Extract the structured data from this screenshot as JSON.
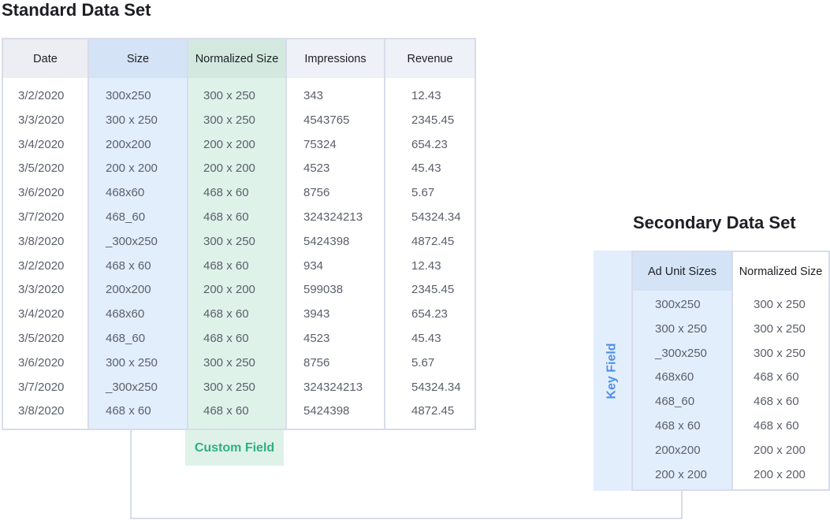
{
  "standard": {
    "title": "Standard Data Set",
    "columns": [
      {
        "header": "Date",
        "cells": [
          "3/2/2020",
          "3/3/2020",
          "3/4/2020",
          "3/5/2020",
          "3/6/2020",
          "3/7/2020",
          "3/8/2020",
          "3/2/2020",
          "3/3/2020",
          "3/4/2020",
          "3/5/2020",
          "3/6/2020",
          "3/7/2020",
          "3/8/2020"
        ]
      },
      {
        "header": "Size",
        "cells": [
          "300x250",
          "300 x 250",
          "200x200",
          "200 x 200",
          "468x60",
          "468_60",
          "_300x250",
          "468 x 60",
          "200x200",
          "468x60",
          "468_60",
          "300 x 250",
          "_300x250",
          "468 x 60"
        ]
      },
      {
        "header": "Normalized Size",
        "cells": [
          "300 x 250",
          "300 x 250",
          "200 x 200",
          "200 x 200",
          "468 x 60",
          "468 x 60",
          "300 x 250",
          "468 x 60",
          "200 x 200",
          "468 x 60",
          "468 x 60",
          "300 x 250",
          "300 x 250",
          "468 x 60"
        ]
      },
      {
        "header": "Impressions",
        "cells": [
          "343",
          "4543765",
          "75324",
          "4523",
          "8756",
          "324324213",
          "5424398",
          "934",
          "599038",
          "3943",
          "4523",
          "8756",
          "324324213",
          "5424398"
        ]
      },
      {
        "header": "Revenue",
        "cells": [
          "12.43",
          "2345.45",
          "654.23",
          "45.43",
          "5.67",
          "54324.34",
          "4872.45",
          "12.43",
          "2345.45",
          "654.23",
          "45.43",
          "5.67",
          "54324.34",
          "4872.45"
        ]
      }
    ]
  },
  "custom_field_label": "Custom Field",
  "secondary": {
    "title": "Secondary Data Set",
    "key_field_label": "Key Field",
    "columns": [
      {
        "header": "Ad Unit Sizes",
        "cells": [
          "300x250",
          "300 x 250",
          "_300x250",
          "468x60",
          "468_60",
          "468 x 60",
          "200x200",
          "200 x 200"
        ]
      },
      {
        "header": "Normalized Size",
        "cells": [
          "300 x 250",
          "300 x 250",
          "300 x 250",
          "468 x 60",
          "468 x 60",
          "468 x 60",
          "200 x 200",
          "200 x 200"
        ]
      }
    ]
  },
  "colors": {
    "key_blue": "#4d8fe6",
    "custom_green": "#2fb07e",
    "size_column_fill": "#e3eefc",
    "normalized_column_fill": "#dff2ea",
    "border": "#d8dcea"
  }
}
